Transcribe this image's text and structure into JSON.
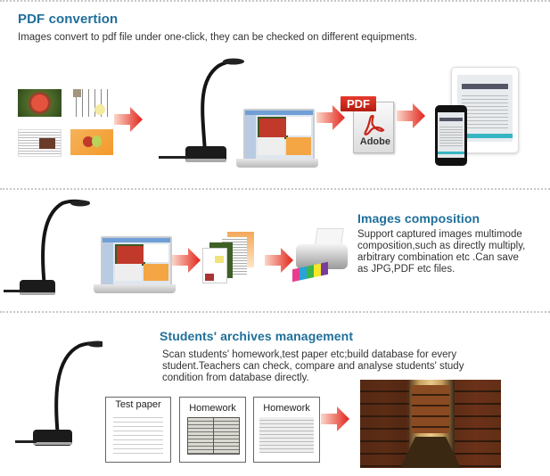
{
  "sections": [
    {
      "title": "PDF convertion",
      "description": "Images convert to pdf file under one-click, they can be checked on different equipments.",
      "pdf_icon": {
        "badge": "PDF",
        "brand": "Adobe"
      }
    },
    {
      "title": "Images composition",
      "description_lines": [
        "Support captured images multimode",
        "composition,such as directly multiply,",
        "arbitrary combination etc .Can save",
        "as JPG,PDF etc files."
      ]
    },
    {
      "title": "Students' archives management",
      "description_lines": [
        "Scan students' homework,test paper etc;build database for every",
        "student.Teachers can check, compare and analyse students' study",
        "condition from database directly."
      ],
      "documents": [
        {
          "label": "Test paper"
        },
        {
          "label": "Homework"
        },
        {
          "label": "Homework"
        }
      ]
    }
  ],
  "colors": {
    "heading": "#1f6f9a",
    "arrow": "#e2231a",
    "separator": "#c8c8c8"
  }
}
